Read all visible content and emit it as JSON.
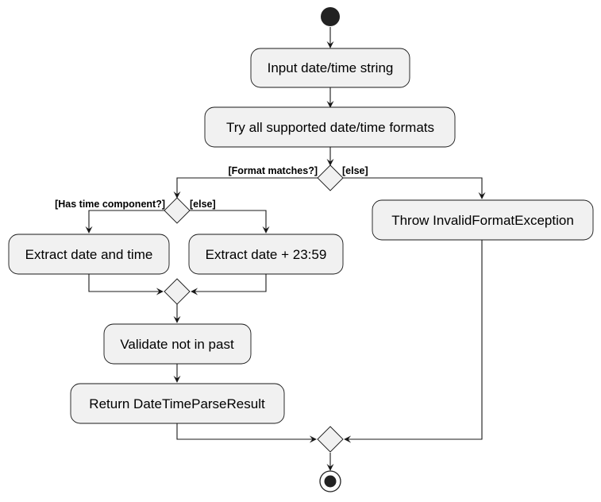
{
  "diagram": {
    "actions": {
      "input": "Input date/time string",
      "try_formats": "Try all supported date/time formats",
      "throw": "Throw InvalidFormatException",
      "extract_date_time": "Extract date and time",
      "extract_date_default": "Extract date + 23:59",
      "validate": "Validate not in past",
      "return_result": "Return DateTimeParseResult"
    },
    "guards": {
      "format_matches": "[Format matches?]",
      "format_else": "[else]",
      "has_time": "[Has time component?]",
      "time_else": "[else]"
    }
  }
}
